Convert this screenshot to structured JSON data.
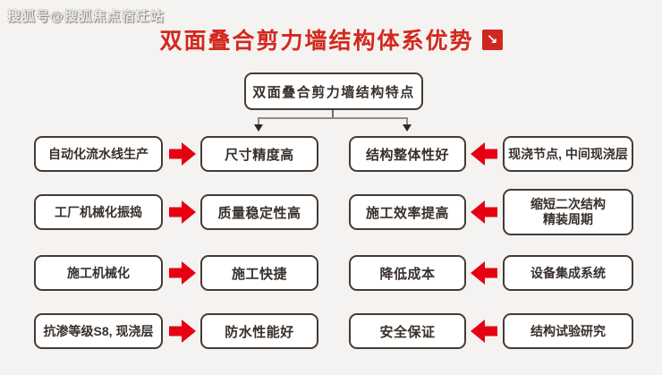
{
  "watermark": "搜狐号@搜狐焦点宿迁站",
  "title": {
    "text": "双面叠合剪力墙结构体系优势",
    "icon": "↘"
  },
  "root": {
    "label": "双面叠合剪力墙结构特点"
  },
  "colors": {
    "title_red": "#d3281e",
    "arrow_red": "#e60012",
    "box_border": "#453b35",
    "background": "#f4f3f1"
  },
  "rows": [
    {
      "left_source": "自动化流水线生产",
      "left_feature": "尺寸精度高",
      "right_feature": "结构整体性好",
      "right_source": "现浇节点, 中间现浇层"
    },
    {
      "left_source": "工厂机械化振捣",
      "left_feature": "质量稳定性高",
      "right_feature": "施工效率提高",
      "right_source": "缩短二次结构\n精装周期"
    },
    {
      "left_source": "施工机械化",
      "left_feature": "施工快捷",
      "right_feature": "降低成本",
      "right_source": "设备集成系统"
    },
    {
      "left_source": "抗渗等级S8, 现浇层",
      "left_feature": "防水性能好",
      "right_feature": "安全保证",
      "right_source": "结构试验研究"
    }
  ]
}
